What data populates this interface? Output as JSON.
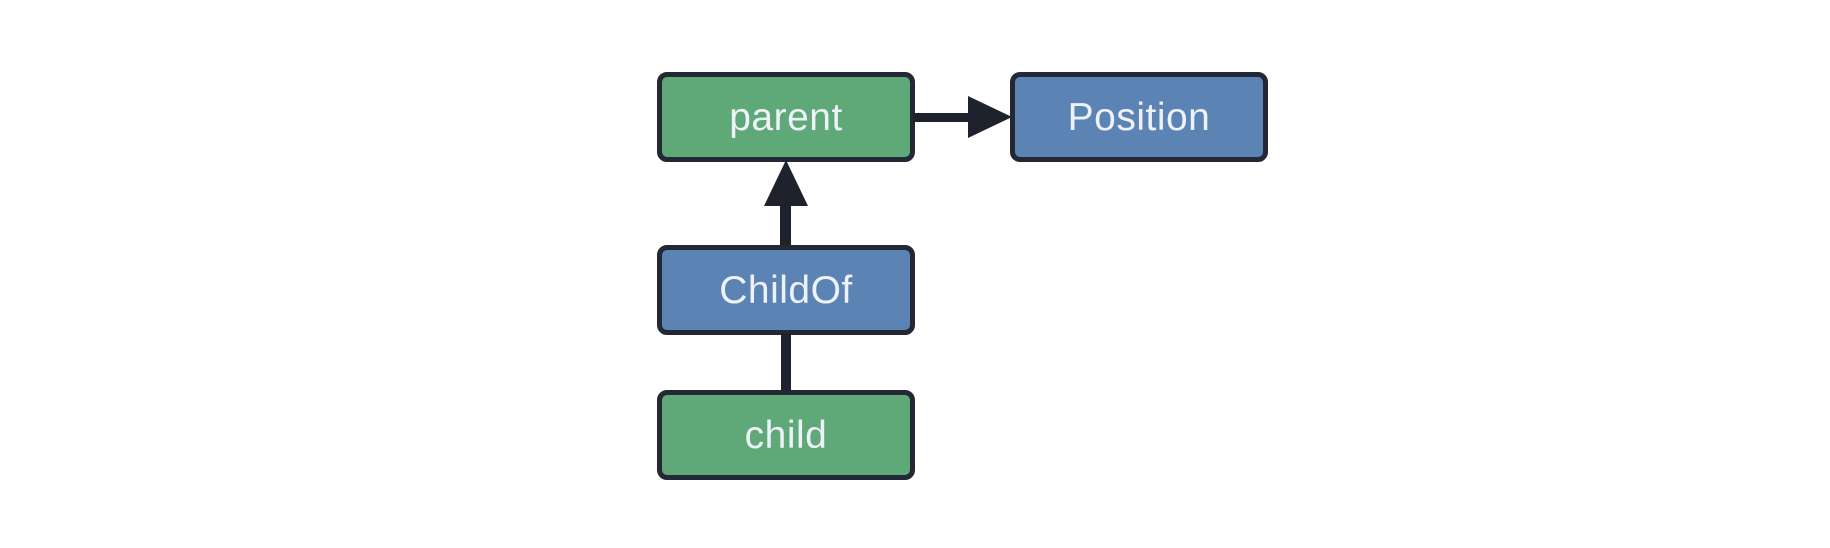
{
  "diagram": {
    "description": "Entity-relationship diagram showing a parent entity with a Position component, a ChildOf relationship pointing to parent, and a child entity linked to ChildOf",
    "background": "#ffffff",
    "nodes": {
      "parent": {
        "label": "parent",
        "kind": "entity",
        "fill": "#5fa877"
      },
      "position": {
        "label": "Position",
        "kind": "component",
        "fill": "#5b84b5"
      },
      "childof": {
        "label": "ChildOf",
        "kind": "relationship",
        "fill": "#5b84b5"
      },
      "child": {
        "label": "child",
        "kind": "entity",
        "fill": "#5fa877"
      }
    },
    "edges": [
      {
        "from": "parent",
        "to": "Position",
        "style": "arrow",
        "direction": "right"
      },
      {
        "from": "ChildOf",
        "to": "parent",
        "style": "arrow",
        "direction": "up"
      },
      {
        "from": "child",
        "to": "ChildOf",
        "style": "line",
        "direction": "up"
      }
    ],
    "colors": {
      "green_node": "#5fa877",
      "blue_node": "#5b84b5",
      "node_border": "#232834",
      "edge": "#1e222c",
      "text": "#eef1f7",
      "background": "#ffffff"
    }
  }
}
